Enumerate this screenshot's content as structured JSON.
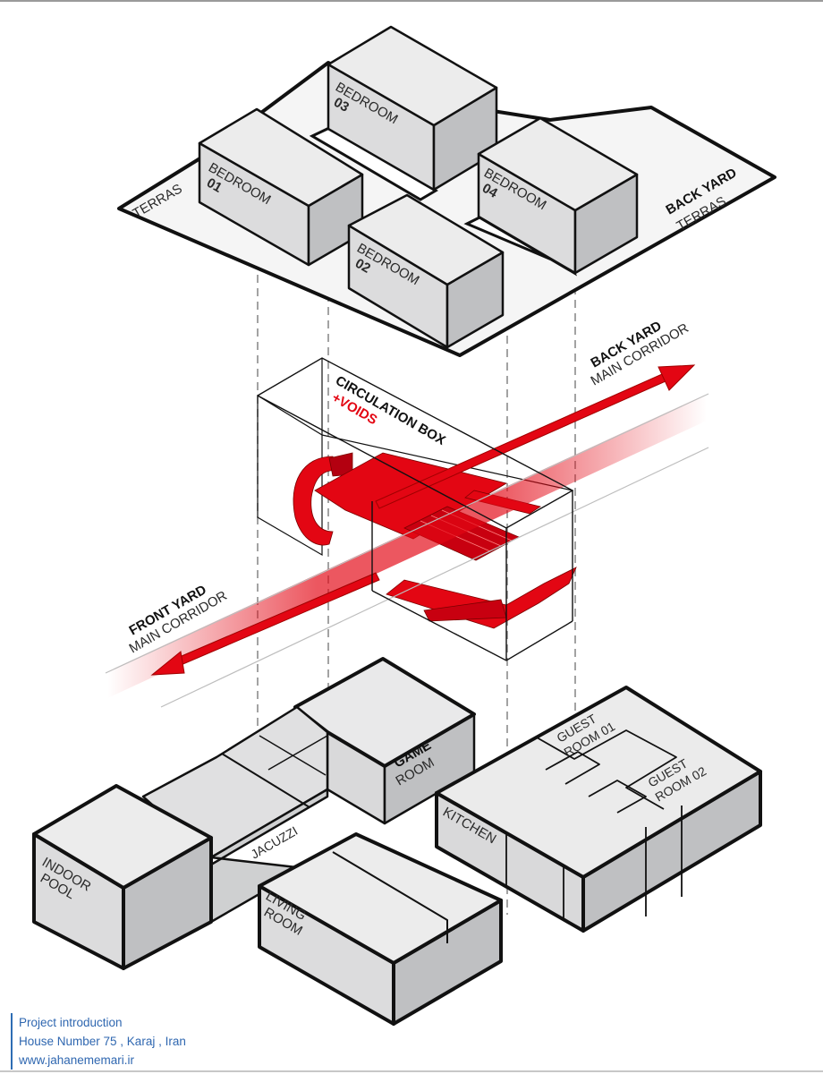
{
  "upper_floor": {
    "terras_left": "TERRAS",
    "bedroom01": [
      "BEDROOM",
      "01"
    ],
    "bedroom02": [
      "BEDROOM",
      "02"
    ],
    "bedroom03": [
      "BEDROOM",
      "03"
    ],
    "bedroom04": [
      "BEDROOM",
      "04"
    ],
    "back_yard_terras": [
      "BACK YARD",
      "TERRAS"
    ]
  },
  "circulation": {
    "title": "CIRCULATION BOX",
    "voids": "+VOIDS",
    "back_yard_corridor": [
      "BACK YARD",
      "MAIN CORRIDOR"
    ],
    "front_yard_corridor": [
      "FRONT YARD",
      "MAIN CORRIDOR"
    ],
    "accent_color": "#e30613"
  },
  "ground_floor": {
    "indoor_pool": [
      "INDOOR",
      "POOL"
    ],
    "jacuzzi": "JACUZZI",
    "game_room": [
      "GAME",
      "ROOM"
    ],
    "living_room": [
      "LIVING",
      "ROOM"
    ],
    "kitchen": "KITCHEN",
    "guest_room_01": [
      "GUEST",
      "ROOM 01"
    ],
    "guest_room_02": [
      "GUEST",
      "ROOM 02"
    ]
  },
  "credits": {
    "line1": "Project introduction",
    "line2": "House Number 75 , Karaj , Iran",
    "line3": "www.jahanememari.ir",
    "color": "#2f67b0"
  }
}
